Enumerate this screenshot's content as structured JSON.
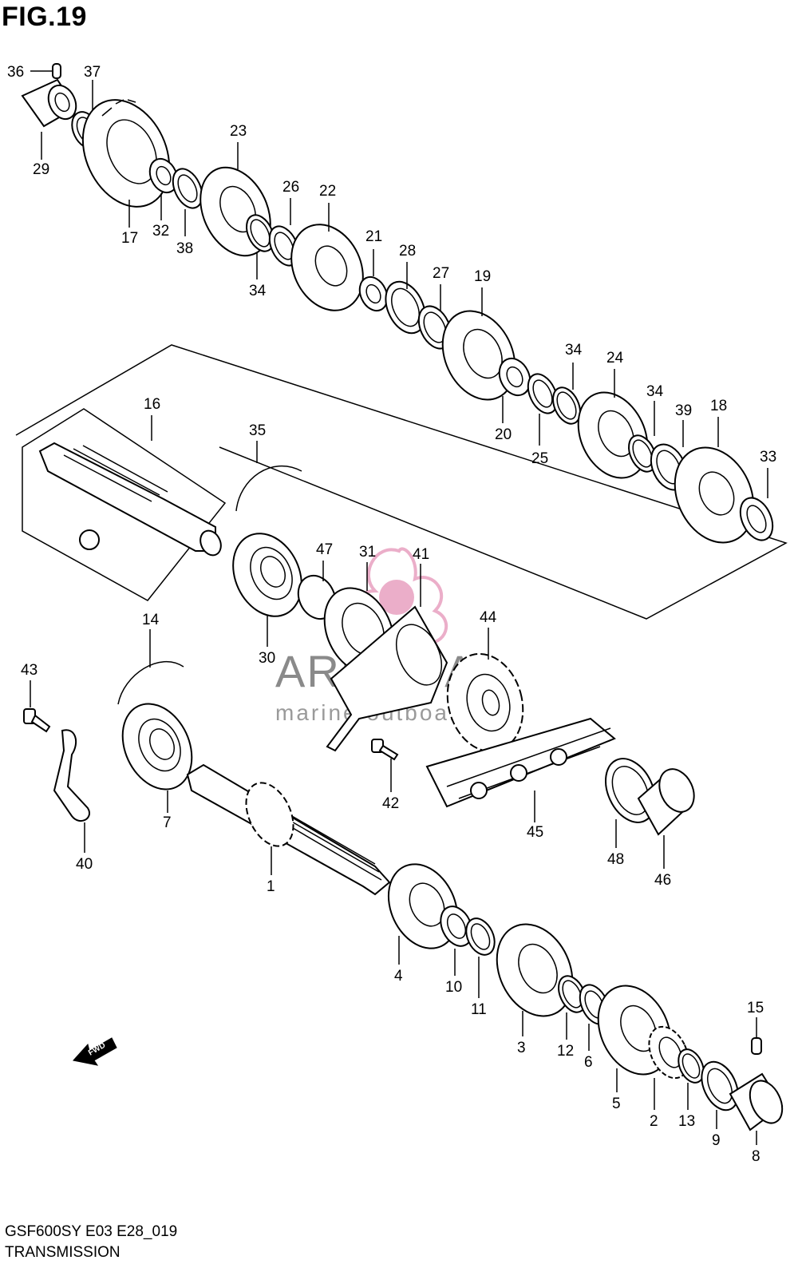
{
  "figure": {
    "title": "FIG.19",
    "model_code": "GSF600SY E03 E28_019",
    "section_title": "TRANSMISSION"
  },
  "watermark": {
    "name": "ARMADA",
    "subtitle": "marine outboards",
    "color": "#e8a0c0"
  },
  "direction_badge": {
    "text": "FWD"
  },
  "callouts": [
    "36",
    "37",
    "29",
    "17",
    "32",
    "38",
    "23",
    "34",
    "26",
    "22",
    "21",
    "28",
    "27",
    "19",
    "20",
    "25",
    "34",
    "24",
    "34",
    "39",
    "18",
    "33",
    "16",
    "35",
    "47",
    "31",
    "41",
    "30",
    "44",
    "14",
    "43",
    "7",
    "40",
    "42",
    "45",
    "48",
    "46",
    "1",
    "4",
    "10",
    "11",
    "3",
    "12",
    "6",
    "15",
    "5",
    "2",
    "13",
    "9",
    "8"
  ]
}
